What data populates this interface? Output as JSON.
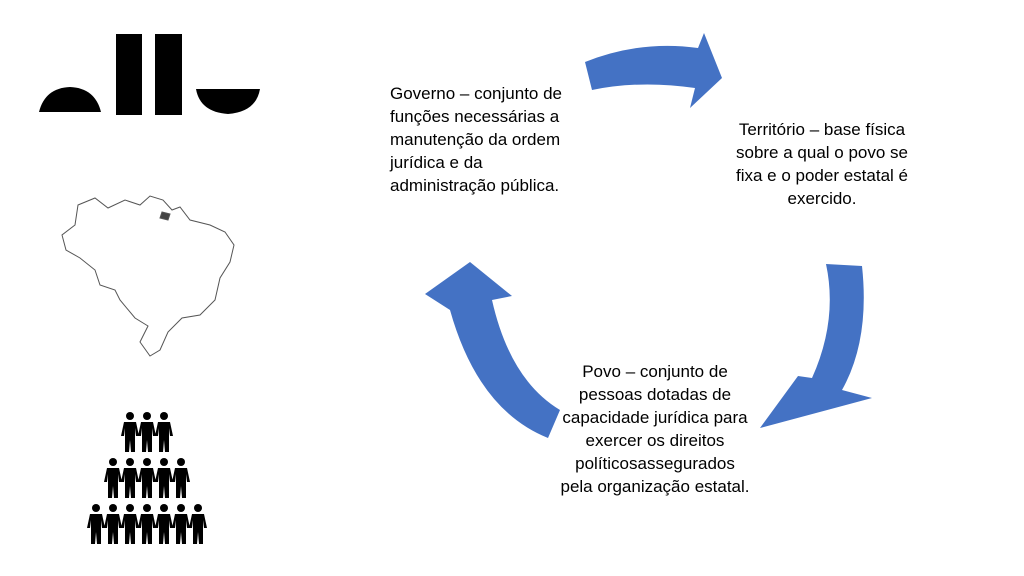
{
  "colors": {
    "arrow": "#4472C4",
    "text": "#000000"
  },
  "icons": [
    "government-building-icon",
    "brazil-map-icon",
    "people-crowd-icon"
  ],
  "cycle": {
    "governo": "Governo – conjunto de funções necessárias a manutenção da ordem jurídica e da administração pública.",
    "territorio": "Território – base física sobre a qual o povo se fixa e o poder estatal é exercido.",
    "povo": "Povo – conjunto de pessoas dotadas de capacidade jurídica para exercer os direitos políticosassegurados pela organização estatal."
  }
}
